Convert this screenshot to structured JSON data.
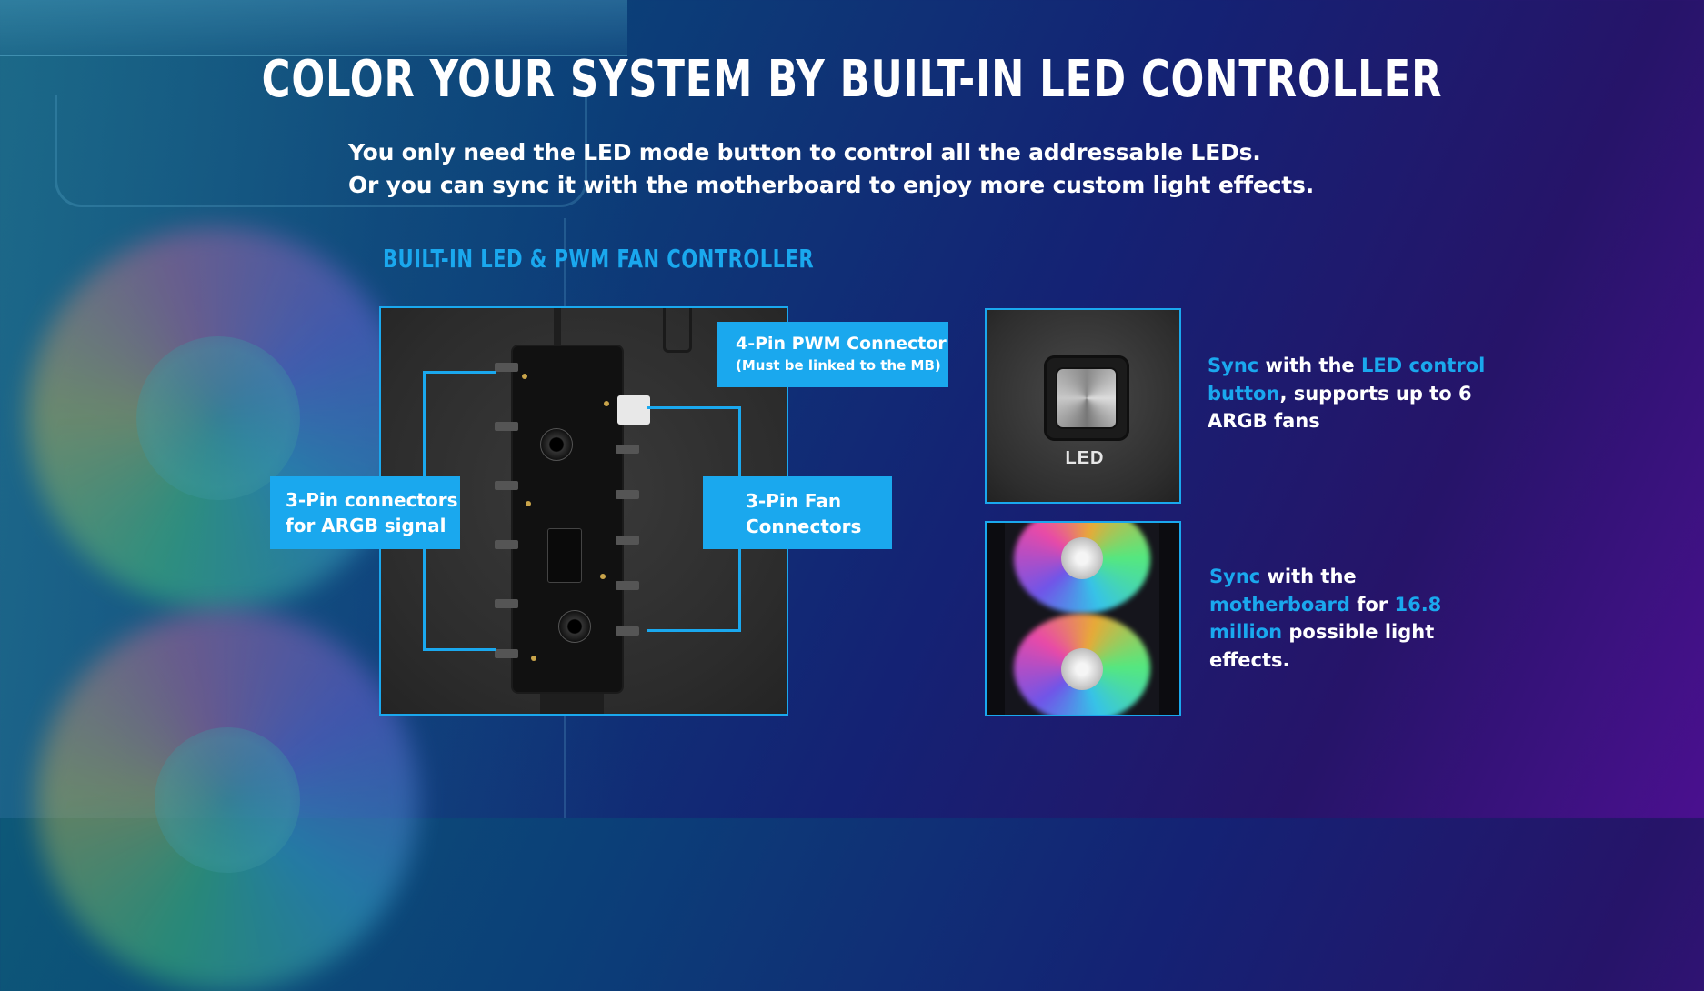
{
  "headline": "COLOR YOUR SYSTEM BY BUILT-IN LED CONTROLLER",
  "subtitle": {
    "line1": "You only need the LED mode button to control all the addressable LEDs.",
    "line2": "Or you can sync it with the motherboard to enjoy more custom light effects."
  },
  "section_title": "BUILT-IN LED & PWM FAN CONTROLLER",
  "callouts": {
    "pwm_line1": "4-Pin PWM Connector",
    "pwm_line2": "(Must be linked to the MB)",
    "argb_line1": "3-Pin connectors",
    "argb_line2": "for ARGB signal",
    "fan_line1": "3-Pin Fan",
    "fan_line2": "Connectors"
  },
  "led_button_label": "LED",
  "sync_led": {
    "w1": "Sync",
    "w2": " with the ",
    "w3": "LED control button",
    "w4": ", supports up to 6 ARGB fans"
  },
  "sync_mb": {
    "w1": "Sync",
    "w2": " with the ",
    "w3": "motherboard",
    "w4": " for ",
    "w5": "16.8 million",
    "w6": " possible light effects."
  },
  "colors": {
    "accent": "#1aa8ee",
    "text": "#ffffff"
  },
  "icons": {
    "led_mode_button": "led-button-icon"
  }
}
